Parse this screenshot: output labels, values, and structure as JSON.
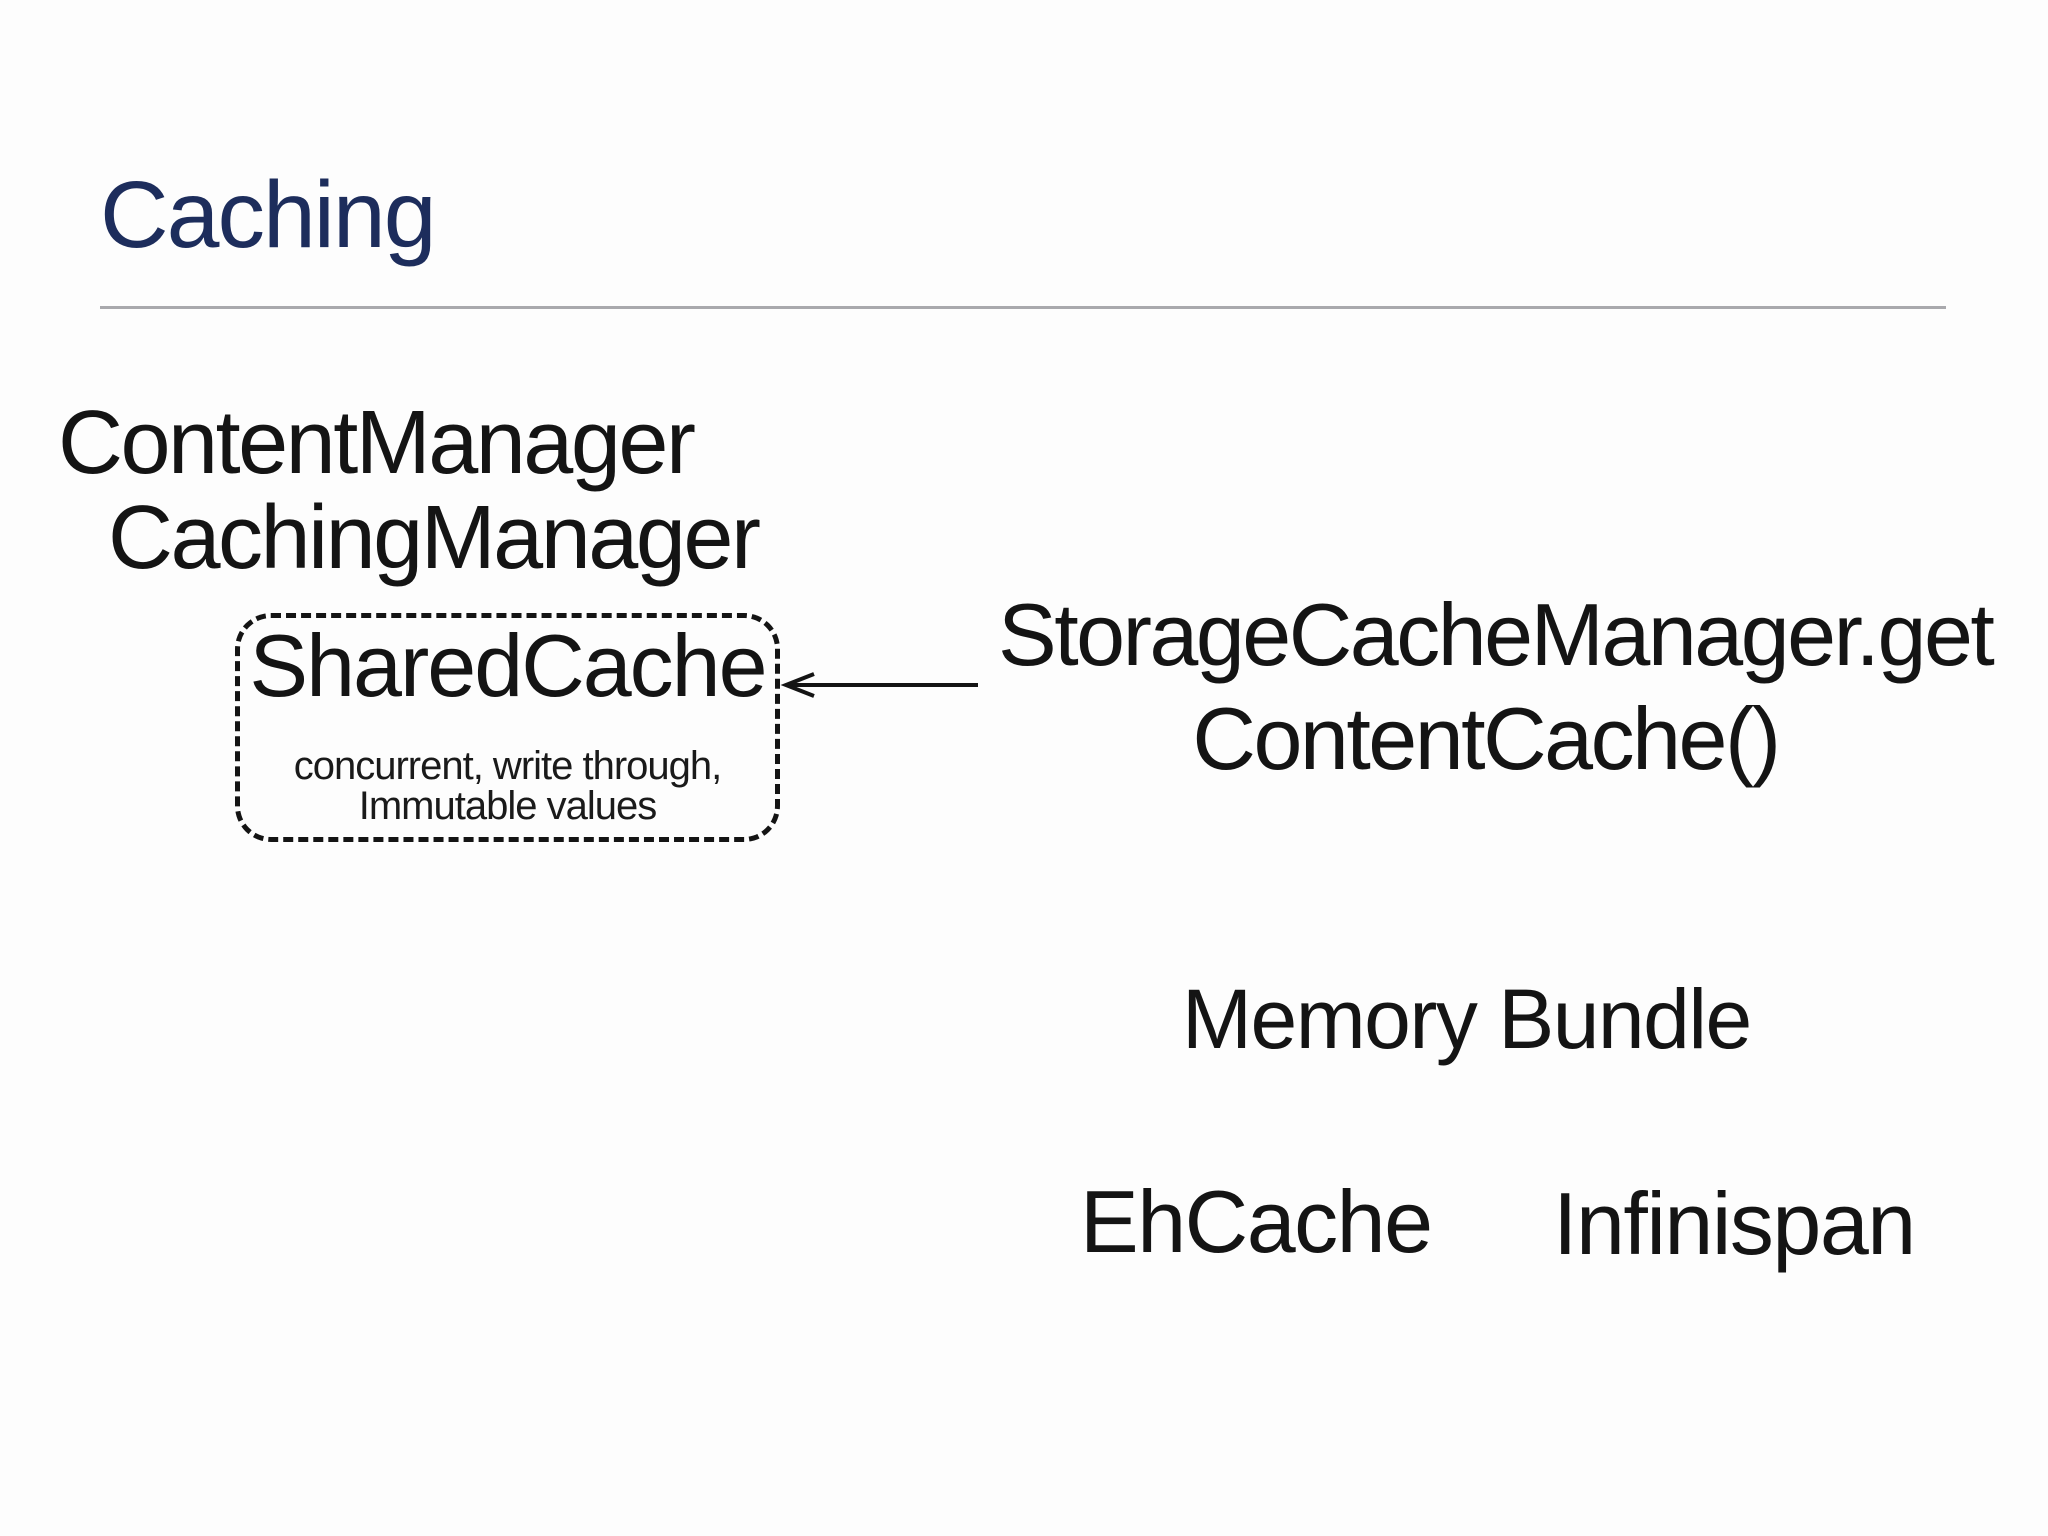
{
  "slide": {
    "title": "Caching",
    "accent_color": "#1d2d5c",
    "text_color": "#141414",
    "divider_color": "#a9a9ad"
  },
  "diagram": {
    "content_manager": "ContentManager",
    "caching_manager": "CachingManager",
    "shared_cache": {
      "label": "SharedCache",
      "note_line1": "concurrent, write through,",
      "note_line2": "Immutable values"
    },
    "arrow": "left-arrow",
    "storage_call": {
      "line1": "StorageCacheManager.get",
      "line2": "ContentCache()"
    },
    "memory_bundle": "Memory Bundle",
    "ehcache": "EhCache",
    "infinispan": "Infinispan"
  }
}
